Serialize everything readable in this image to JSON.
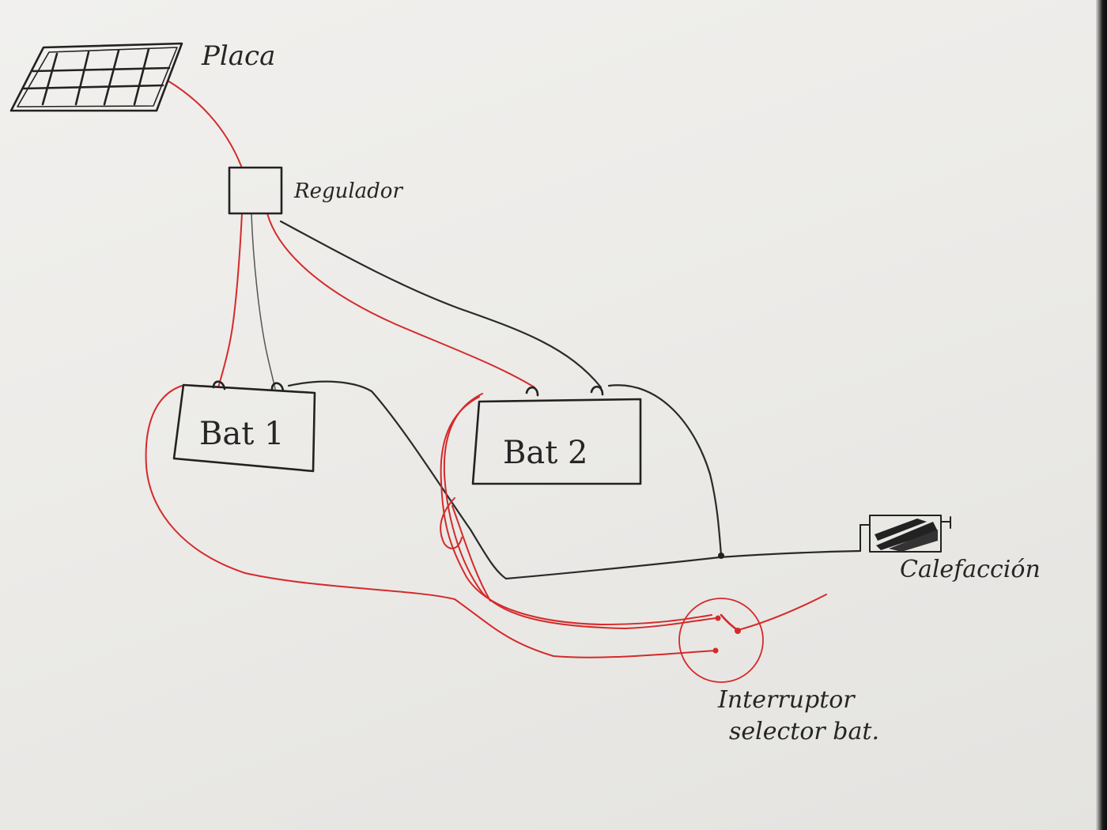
{
  "diagram": {
    "colors": {
      "paper": "#eceae7",
      "ink": "#222222",
      "red_wire": "#d42a2a"
    },
    "labels": {
      "panel": "Placa",
      "regulator": "Regulador",
      "battery1": "Bat 1",
      "battery2": "Bat 2",
      "heater": "Calefacción",
      "switch_line1": "Interruptor",
      "switch_line2": "selector bat."
    },
    "components": [
      {
        "id": "panel",
        "label_key": "panel",
        "icon": "solar-panel-icon"
      },
      {
        "id": "regulator",
        "label_key": "regulator",
        "icon": "regulator-box"
      },
      {
        "id": "battery1",
        "label_key": "battery1",
        "icon": "battery-box"
      },
      {
        "id": "battery2",
        "label_key": "battery2",
        "icon": "battery-box"
      },
      {
        "id": "heater",
        "label_key": "heater",
        "icon": "heater-icon"
      },
      {
        "id": "switch",
        "label_key": "switch_line1",
        "icon": "selector-switch-icon"
      }
    ],
    "connections": [
      {
        "from": "panel",
        "to": "regulator",
        "color": "red"
      },
      {
        "from": "regulator",
        "to": "battery1",
        "color": "red"
      },
      {
        "from": "regulator",
        "to": "battery1",
        "color": "black"
      },
      {
        "from": "regulator",
        "to": "battery2",
        "color": "red"
      },
      {
        "from": "regulator",
        "to": "battery2",
        "color": "black"
      },
      {
        "from": "battery1",
        "to": "heater",
        "color": "black"
      },
      {
        "from": "battery2",
        "to": "heater",
        "color": "black"
      },
      {
        "from": "battery1",
        "to": "switch",
        "color": "red"
      },
      {
        "from": "battery2",
        "to": "switch",
        "color": "red"
      },
      {
        "from": "switch",
        "to": "output",
        "color": "red"
      }
    ]
  }
}
